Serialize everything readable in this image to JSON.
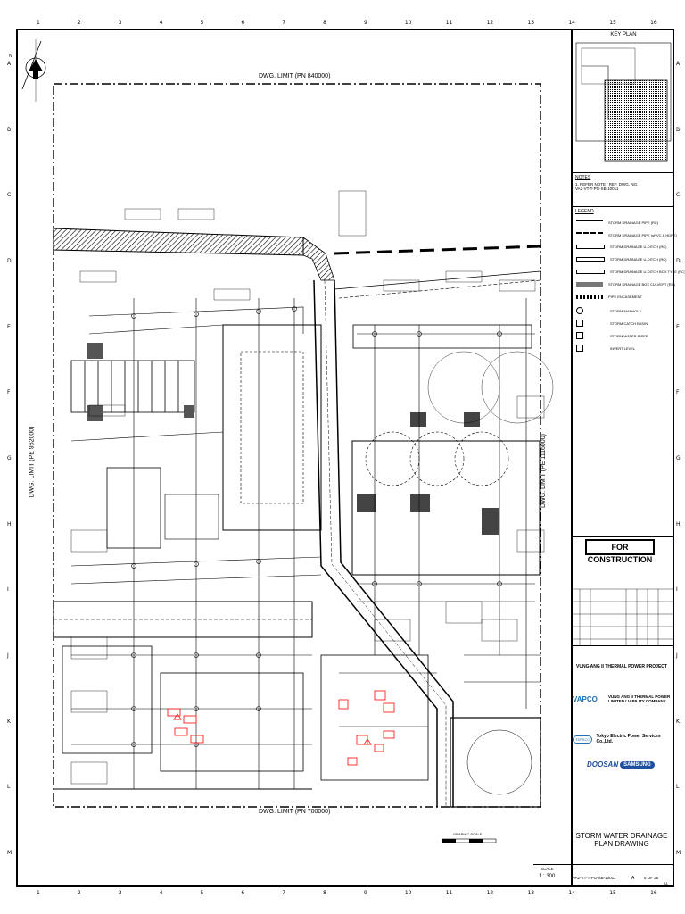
{
  "grid": {
    "columns": [
      "1",
      "2",
      "3",
      "4",
      "5",
      "6",
      "7",
      "8",
      "9",
      "10",
      "11",
      "12",
      "13",
      "14",
      "15",
      "16"
    ],
    "rows": [
      "A",
      "B",
      "C",
      "D",
      "E",
      "F",
      "G",
      "H",
      "I",
      "J",
      "K",
      "L",
      "M"
    ]
  },
  "drawing": {
    "north_label": "N",
    "limit_top": "DWG. LIMIT (PN 840000)",
    "limit_bottom": "DWG. LIMIT (PN 700000)",
    "limit_left": "DWG. LIMIT (PE 962000)",
    "limit_right": "DWG. LIMIT (PE 1116000)",
    "scale_bar_label": "GRAPHIC SCALE"
  },
  "title_block": {
    "key_plan_label": "KEY PLAN",
    "notes_label": "NOTES",
    "notes_lines": [
      "1. REFER NOTE : REF. DWG. NO.",
      "   VA2-VT-T-PG-SB-10011 "
    ],
    "legend_label": "LEGEND",
    "legend_items": [
      "STORM DRAINAGE PIPE (RC)",
      "STORM DRAINAGE PIPE (uPVC & HDPE)",
      "STORM DRAINAGE U-DITCH (RC)",
      "STORM DRAINAGE U-DITCH (RC)",
      "STORM DRAINAGE U-DITCH BOX TYPE (RC)",
      "STORM DRAINAGE BOX CULVERT (RC)",
      "PIPE ENCASEMENT",
      "STORM MANHOLE",
      "STORM CATCH BASIN",
      "STORM WATER RISER",
      "INVERT LEVEL"
    ],
    "for_construction": "FOR CONSTRUCTION",
    "project_name": "VUNG ANG II THERMAL POWER PROJECT",
    "owner_logo": "VAPCO",
    "owner_name_1": "VUNG ANG II THERMAL POWER",
    "owner_name_2": "LIMITED LIABILITY COMPANY",
    "engineer_name": "Tokyo Electric Power Services Co.,Ltd.",
    "engineer_logo": "TEPSCO",
    "contractor_logo_1": "DOOSAN",
    "contractor_logo_2": "SAMSUNG",
    "drawing_title_1": "STORM WATER DRAINAGE",
    "drawing_title_2": "PLAN DRAWING",
    "scale_label": "SCALE",
    "scale_value": "1 : 300",
    "dwg_no": "VA2-VT-T-PG-SB-10011",
    "rev": "A",
    "sheet": "5 OF 25",
    "size": "A1"
  },
  "colors": {
    "ink": "#000000",
    "markup": "#ff2020",
    "hatch": "#555555"
  }
}
